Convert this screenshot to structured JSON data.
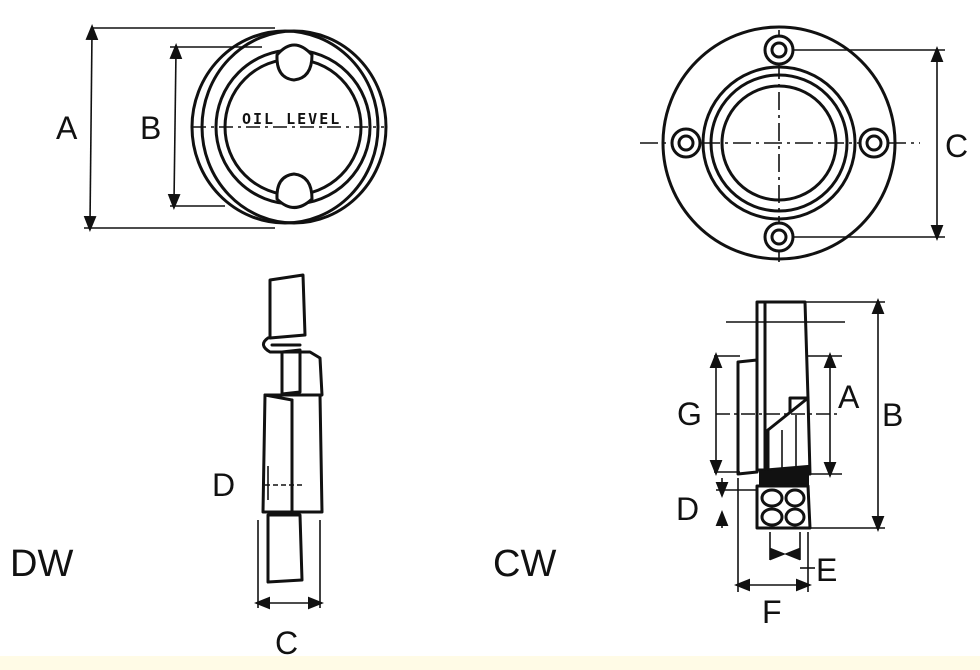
{
  "dw_front": {
    "dim_a": "A",
    "dim_b": "B",
    "stamp_text": "OIL LEVEL"
  },
  "cw_front": {
    "dim_c": "C"
  },
  "dw_section": {
    "dim_d": "D",
    "dim_c": "C",
    "model": "DW"
  },
  "cw_section": {
    "dim_g": "G",
    "dim_a": "A",
    "dim_b": "B",
    "dim_d": "D",
    "dim_e": "E",
    "dim_f": "F",
    "model": "CW"
  }
}
